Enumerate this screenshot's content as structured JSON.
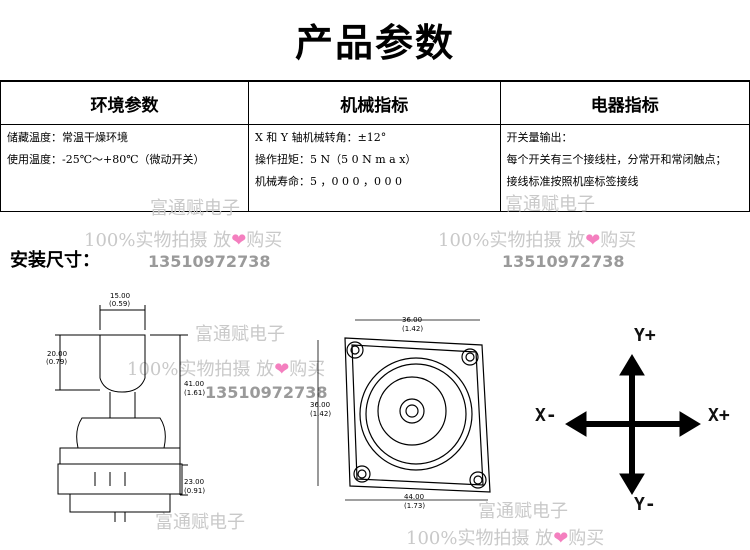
{
  "title": "产品参数",
  "table": {
    "headers": [
      "环境参数",
      "机械指标",
      "电器指标"
    ],
    "env": [
      "储藏温度：常温干燥环境",
      "使用温度：-25℃～+80℃（微动开关）"
    ],
    "mech": [
      "X 和 Y 轴机械转角：±12°",
      "操作扭矩：5 N（5 0 N m a x）",
      "机械寿命：5 ，0 0 0 ，0 0 0"
    ],
    "elec": [
      "开关量输出：",
      "每个开关有三个接线柱，分常开和常闭触点；",
      "接线标准按照机座标签接线"
    ]
  },
  "install_label": "安装尺寸：",
  "watermark": {
    "company": "富通赋电子",
    "text_a": "100%实物拍摄 放",
    "heart": "❤",
    "text_b": "购买",
    "phone": "13510972738"
  },
  "dims": {
    "top_width": "15.00",
    "top_width_in": "(0.59)",
    "stick_h": "20.00",
    "stick_h_in": "(0.79)",
    "total_h": "41.00",
    "total_h_in": "(1.61)",
    "base_h": "23.00",
    "base_h_in": "(0.91)",
    "plate_w": "36.00",
    "plate_w_in": "(1.42)",
    "plate_h": "36.00",
    "plate_h_in": "(1.42)",
    "outer_w": "44.00",
    "outer_w_in": "(1.73)"
  },
  "axes": {
    "y_pos": "Y+",
    "y_neg": "Y-",
    "x_pos": "X+",
    "x_neg": "X-"
  }
}
